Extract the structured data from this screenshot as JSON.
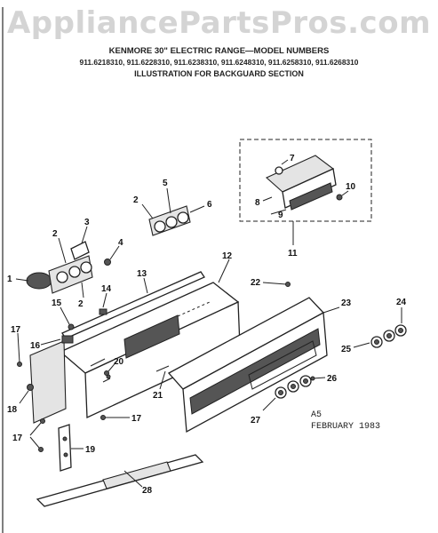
{
  "watermark": "AppliancePartsPros.com",
  "header": {
    "line1": "KENMORE 30\" ELECTRIC RANGE—MODEL NUMBERS",
    "line2": "911.6218310, 911.6228310, 911.6238310, 911.6248310, 911.6258310, 911.6268310",
    "line3": "ILLUSTRATION FOR BACKGUARD SECTION"
  },
  "footer": {
    "code": "A5",
    "date": "FEBRUARY 1983"
  },
  "callouts": [
    {
      "id": "1",
      "text": "1"
    },
    {
      "id": "2a",
      "text": "2"
    },
    {
      "id": "2b",
      "text": "2"
    },
    {
      "id": "2c",
      "text": "2"
    },
    {
      "id": "3",
      "text": "3"
    },
    {
      "id": "4",
      "text": "4"
    },
    {
      "id": "5",
      "text": "5"
    },
    {
      "id": "6",
      "text": "6"
    },
    {
      "id": "7",
      "text": "7"
    },
    {
      "id": "8",
      "text": "8"
    },
    {
      "id": "9",
      "text": "9"
    },
    {
      "id": "10",
      "text": "10"
    },
    {
      "id": "11",
      "text": "11"
    },
    {
      "id": "12",
      "text": "12"
    },
    {
      "id": "13",
      "text": "13"
    },
    {
      "id": "14",
      "text": "14"
    },
    {
      "id": "15",
      "text": "15"
    },
    {
      "id": "16",
      "text": "16"
    },
    {
      "id": "17a",
      "text": "17"
    },
    {
      "id": "17b",
      "text": "17"
    },
    {
      "id": "17c",
      "text": "17"
    },
    {
      "id": "18",
      "text": "18"
    },
    {
      "id": "19",
      "text": "19"
    },
    {
      "id": "20",
      "text": "20"
    },
    {
      "id": "21",
      "text": "21"
    },
    {
      "id": "22",
      "text": "22"
    },
    {
      "id": "23",
      "text": "23"
    },
    {
      "id": "24",
      "text": "24"
    },
    {
      "id": "25",
      "text": "25"
    },
    {
      "id": "26",
      "text": "26"
    },
    {
      "id": "27",
      "text": "27"
    },
    {
      "id": "28",
      "text": "28"
    }
  ]
}
